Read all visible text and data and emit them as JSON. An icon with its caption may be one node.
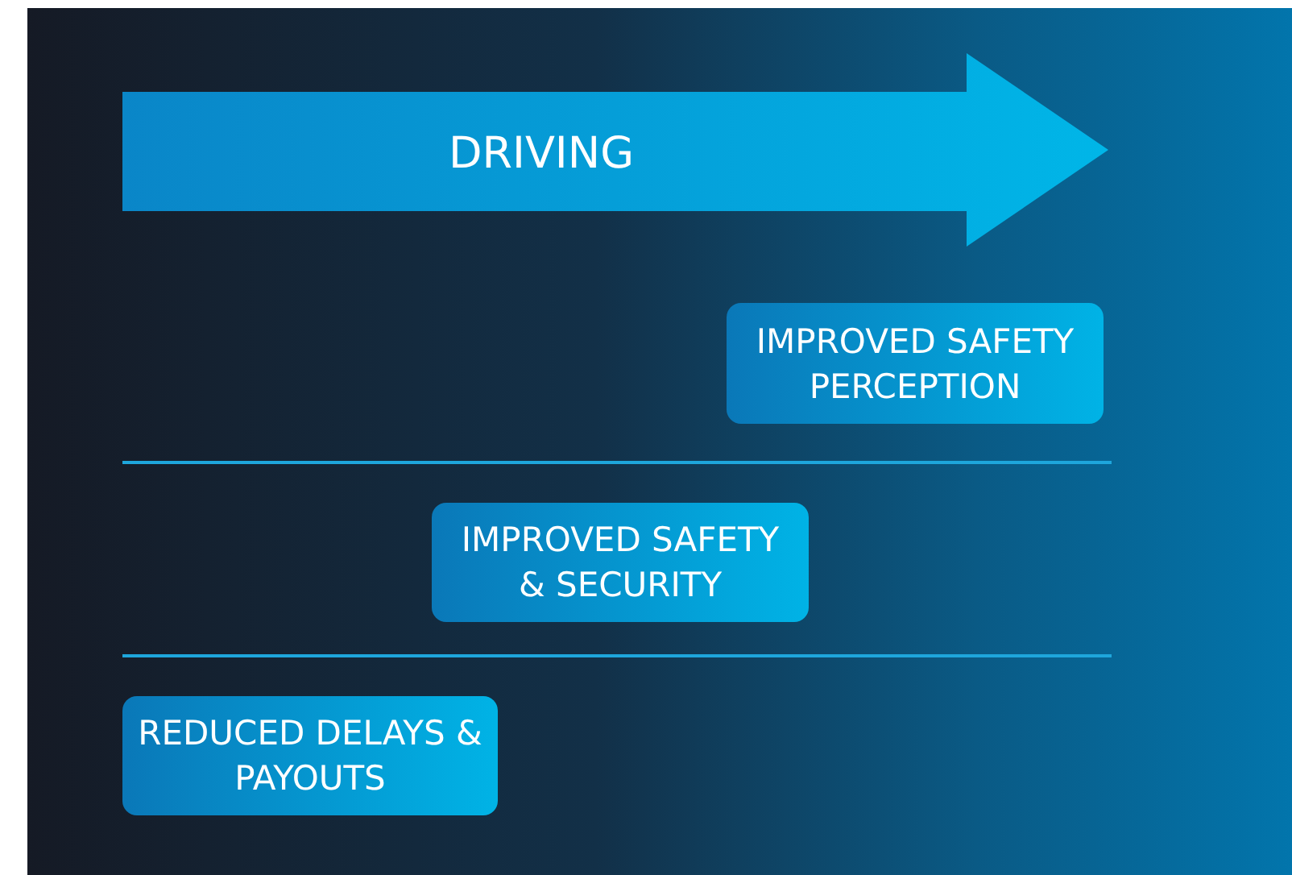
{
  "diagram": {
    "nodes": [
      {
        "text": [
          "DRIVING"
        ]
      },
      {
        "text": [
          "IMPROVED SAFETY PERCEPTION"
        ]
      },
      {
        "text": [
          "IMPROVED SAFETY & SECURITY"
        ]
      },
      {
        "text": [
          "REDUCED DELAYS & PAYOUTS"
        ]
      }
    ]
  }
}
